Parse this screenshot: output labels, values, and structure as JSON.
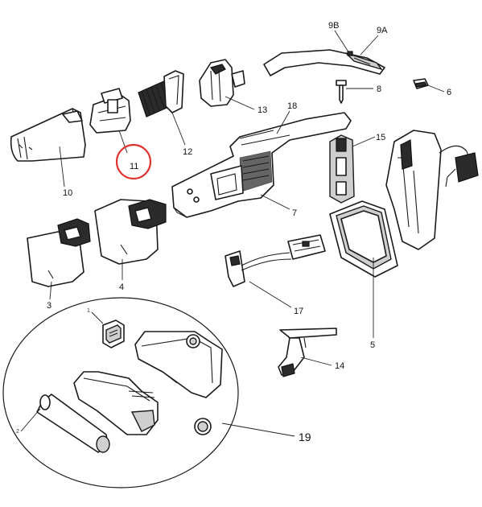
{
  "parts": [
    {
      "id": "part-10",
      "label": "10"
    },
    {
      "id": "part-11",
      "label": "11"
    },
    {
      "id": "part-12",
      "label": "12"
    },
    {
      "id": "part-13",
      "label": "13"
    },
    {
      "id": "part-9b",
      "label": "9B"
    },
    {
      "id": "part-9a",
      "label": "9A"
    },
    {
      "id": "part-8",
      "label": "8"
    },
    {
      "id": "part-6",
      "label": "6"
    },
    {
      "id": "part-18",
      "label": "18"
    },
    {
      "id": "part-7",
      "label": "7"
    },
    {
      "id": "part-15",
      "label": "15"
    },
    {
      "id": "part-3",
      "label": "3"
    },
    {
      "id": "part-4",
      "label": "4"
    },
    {
      "id": "part-17",
      "label": "17"
    },
    {
      "id": "part-5",
      "label": "5"
    },
    {
      "id": "part-14",
      "label": "14"
    },
    {
      "id": "part-19",
      "label": "19"
    },
    {
      "id": "part-19-1",
      "label": "1"
    },
    {
      "id": "part-19-2",
      "label": "2"
    }
  ],
  "highlight": {
    "part": "11",
    "color": "#e0312f"
  }
}
